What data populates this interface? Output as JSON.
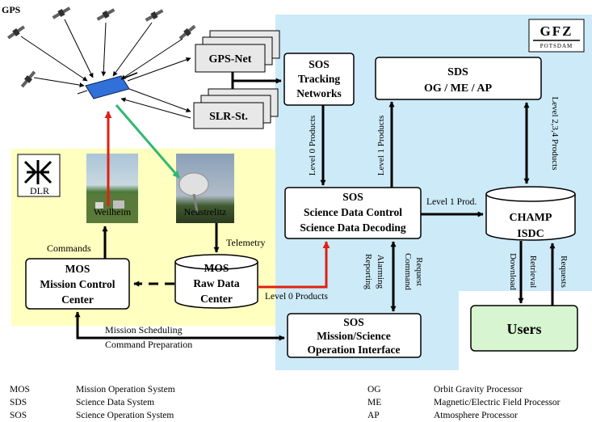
{
  "colors": {
    "gfz_panel": "#cdeaf8",
    "dlr_panel": "#ffffc0",
    "users_box": "#d6f5d0",
    "red_arrow": "#e02010",
    "green_arrow": "#30b870",
    "satellite": "#3070d8"
  },
  "top_labels": {
    "gps": "GPS",
    "gps_net": "GPS-Net",
    "slr_st": "SLR-St."
  },
  "logos": {
    "gfz_main": "GFZ",
    "gfz_sub": "POTSDAM",
    "dlr": "DLR"
  },
  "boxes": {
    "sos_tracking": [
      "SOS",
      "Tracking",
      "Networks"
    ],
    "sds": [
      "SDS",
      "OG / ME / AP"
    ],
    "sos_science": [
      "SOS",
      "Science Data Control",
      "Science Data Decoding"
    ],
    "champ": [
      "CHAMP",
      "ISDC"
    ],
    "mos_mission": [
      "MOS",
      "Mission Control",
      "Center"
    ],
    "mos_raw": [
      "MOS",
      "Raw Data",
      "Center"
    ],
    "sos_mission": [
      "SOS",
      "Mission/Science",
      "Operation Interface"
    ],
    "users": "Users"
  },
  "stations": {
    "weilheim": "Weilheim",
    "neustrelitz": "Neustrelitz"
  },
  "flow_labels": {
    "commands": "Commands",
    "telemetry": "Telemetry",
    "level0_products_vertical": "Level 0 Products",
    "level1_products_vertical": "Level 1 Products",
    "level234_products": "Level 2,3,4 Products",
    "level1_prod": "Level 1 Prod.",
    "level0_products": "Level 0 Products",
    "reporting": "Reporting",
    "alarming": "Alarming",
    "command": "Command",
    "request": "Request",
    "download": "Download",
    "retrieval": "Retrieval",
    "requests": "Requests",
    "mission_scheduling": "Mission Scheduling",
    "command_preparation": "Command Preparation"
  },
  "legend": [
    {
      "abbr": "MOS",
      "full": "Mission Operation System"
    },
    {
      "abbr": "SDS",
      "full": "Science Data System"
    },
    {
      "abbr": "SOS",
      "full": "Science Operation System"
    },
    {
      "abbr": "OG",
      "full": "Orbit Gravity Processor"
    },
    {
      "abbr": "ME",
      "full": "Magnetic/Electric Field Processor"
    },
    {
      "abbr": "AP",
      "full": "Atmosphere Processor"
    }
  ]
}
